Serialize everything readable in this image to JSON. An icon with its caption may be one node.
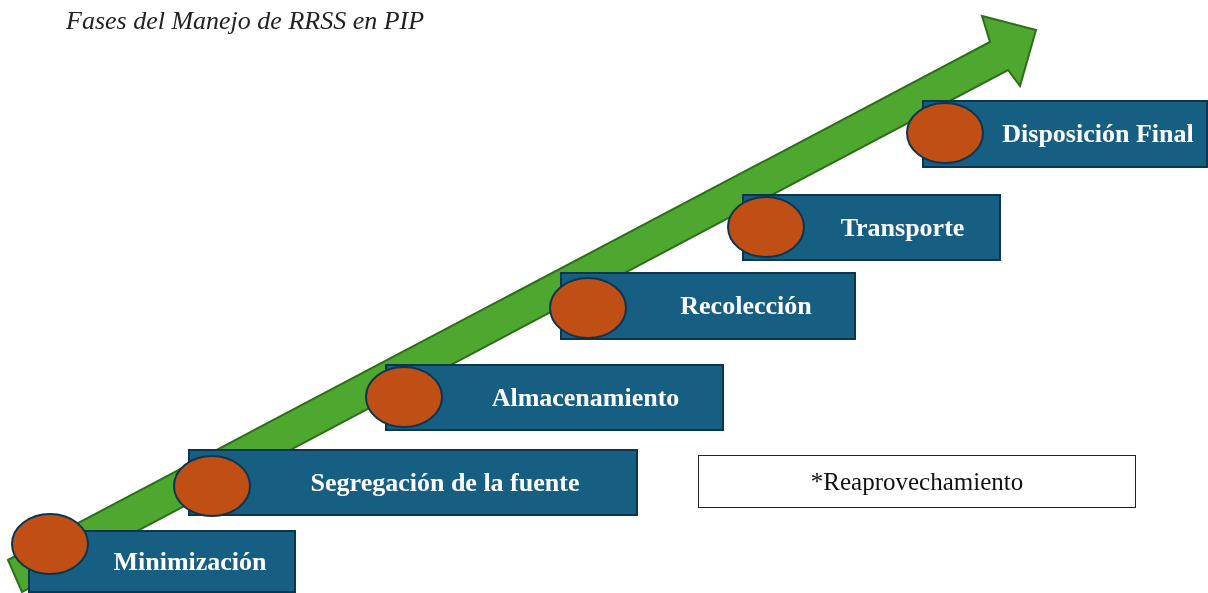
{
  "diagram": {
    "title": "Fases del Manejo de RRSS en PIP",
    "nodes": [
      {
        "text": [
          "Minimización"
        ]
      },
      {
        "text": [
          "Segregación de la fuente"
        ]
      },
      {
        "text": [
          "Almacenamiento"
        ]
      },
      {
        "text": [
          "Recolección"
        ]
      },
      {
        "text": [
          "Transporte"
        ]
      },
      {
        "text": [
          "Disposición Final"
        ]
      },
      {
        "text": [
          "*Reaprovechamiento"
        ]
      },
      {
        "text": [],
        "shape": "circle"
      },
      {
        "text": [],
        "shape": "circle"
      },
      {
        "text": [],
        "shape": "circle"
      },
      {
        "text": [],
        "shape": "circle"
      },
      {
        "text": [],
        "shape": "circle"
      },
      {
        "text": [],
        "shape": "circle"
      }
    ],
    "edges": []
  }
}
